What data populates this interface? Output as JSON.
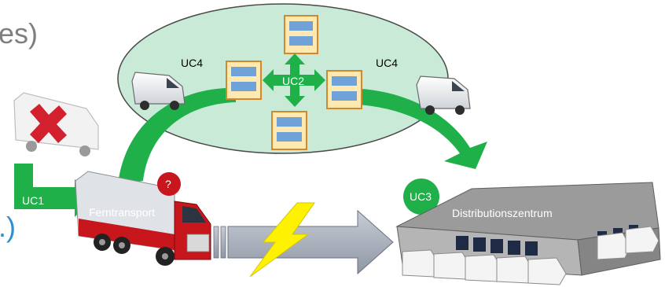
{
  "fragments": {
    "top": "es)",
    "bottom": ".)"
  },
  "labels": {
    "uc1": "UC1",
    "uc2": "UC2",
    "uc3": "UC3",
    "uc4_left": "UC4",
    "uc4_right": "UC4",
    "ferntransport": "Ferntransport",
    "distributionszentrum": "Distributionszentrum",
    "question": "?"
  },
  "colors": {
    "ellipse_fill": "#c8ead7",
    "green_arrow": "#1fb04a",
    "truck_red": "#c8161d",
    "grey_arrow": "#a3aab7",
    "bolt_yellow": "#fff200",
    "cross_red": "#d2202e",
    "building_grey": "#9b9b9b"
  }
}
